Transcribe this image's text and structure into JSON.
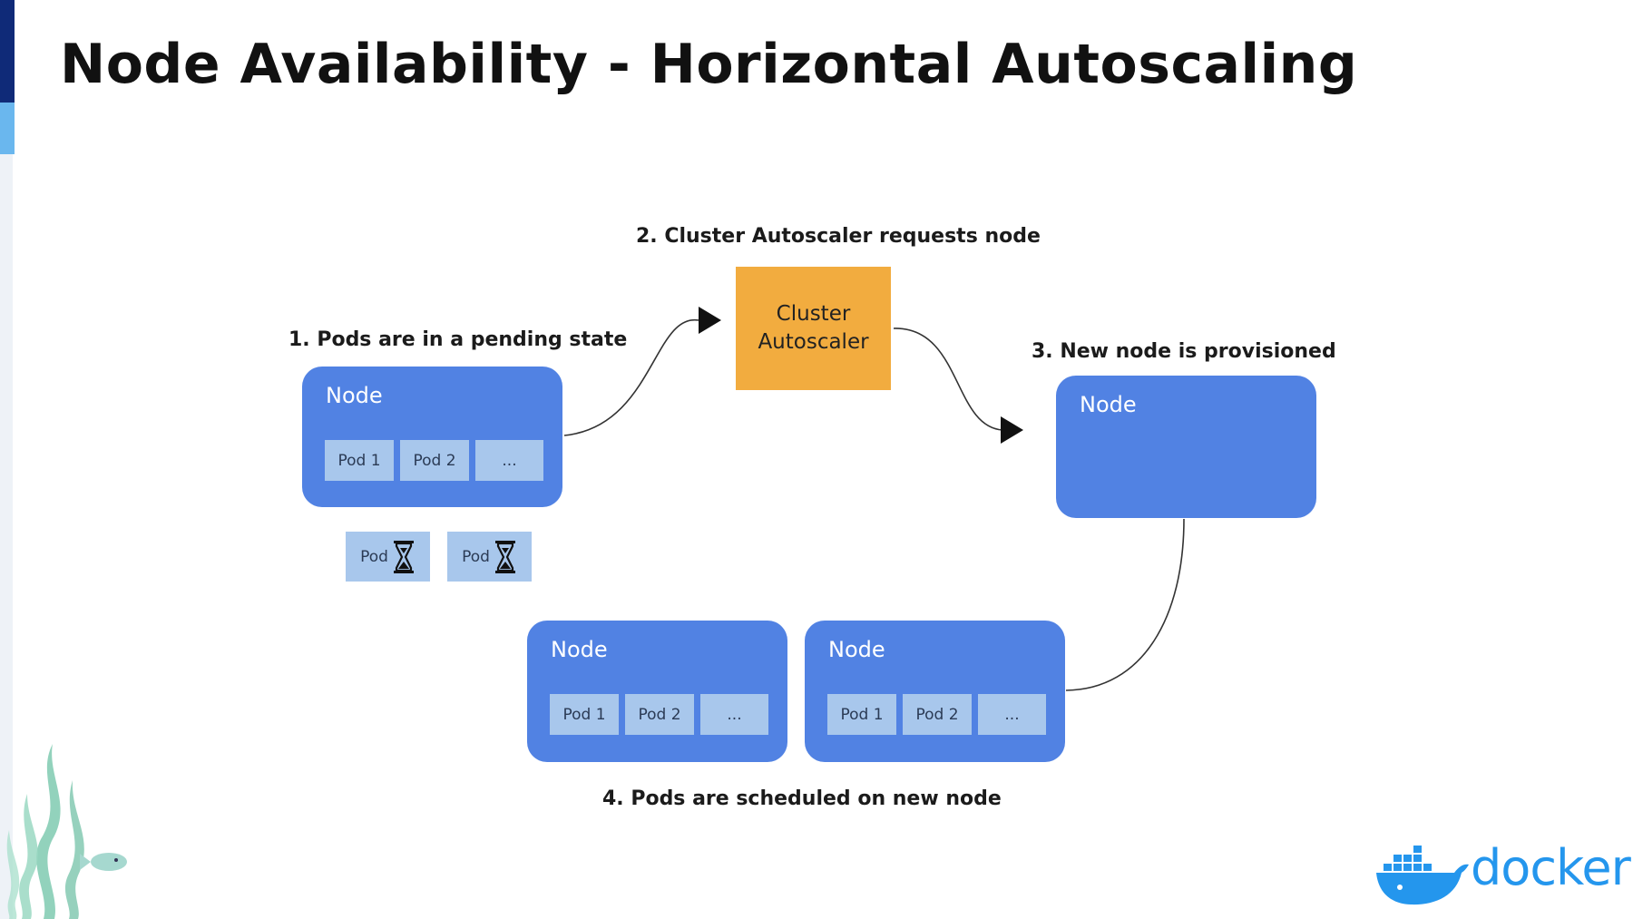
{
  "slide": {
    "title": "Node Availability - Horizontal Autoscaling"
  },
  "diagram": {
    "steps": {
      "step1": "1. Pods are in a pending state",
      "step2": "2. Cluster Autoscaler requests node",
      "step3": "3. New node is provisioned",
      "step4": "4. Pods are scheduled on new node"
    },
    "autoscaler": {
      "line1": "Cluster",
      "line2": "Autoscaler"
    },
    "original_node": {
      "label": "Node",
      "pods": [
        "Pod 1",
        "Pod 2",
        "..."
      ]
    },
    "pending_pods": [
      "Pod",
      "Pod"
    ],
    "new_node": {
      "label": "Node"
    },
    "scheduled_nodes": [
      {
        "label": "Node",
        "pods": [
          "Pod 1",
          "Pod 2",
          "..."
        ]
      },
      {
        "label": "Node",
        "pods": [
          "Pod 1",
          "Pod 2",
          "..."
        ]
      }
    ]
  },
  "branding": {
    "logo_text": "docker",
    "logo_icon": "docker-whale-icon",
    "decoration_icon": "seaweed-fish-icon"
  },
  "colors": {
    "node_blue": "#5182e3",
    "pod_light_blue": "#a8c7ec",
    "autoscaler_orange": "#f2ac3f",
    "docker_blue": "#2496ed",
    "accent_navy": "#0f2a78",
    "accent_sky": "#6ab7ee",
    "seaweed_green": "#7cc6ad"
  }
}
